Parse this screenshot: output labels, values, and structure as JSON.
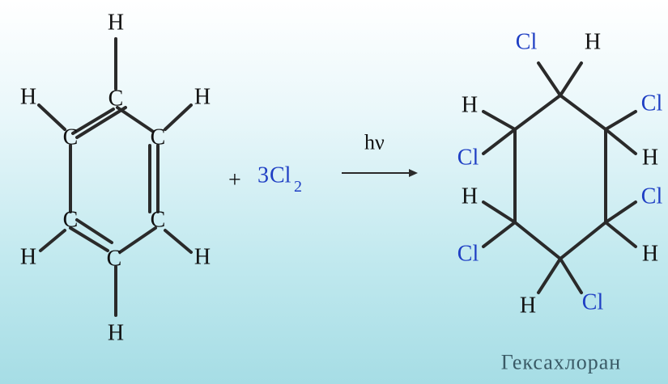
{
  "colors": {
    "bond": "#2a2a2a",
    "hydrogen": "#111111",
    "chlorine": "#1f3fc4",
    "caption": "#3a5a66"
  },
  "atoms": {
    "hydrogen": "H",
    "carbon": "C",
    "chlorine": "Cl"
  },
  "reagent": {
    "plus": "+",
    "coefficient": "3",
    "formula": "Cl",
    "subscript": "2"
  },
  "condition": "hν",
  "product_name": "Гексахлоран"
}
